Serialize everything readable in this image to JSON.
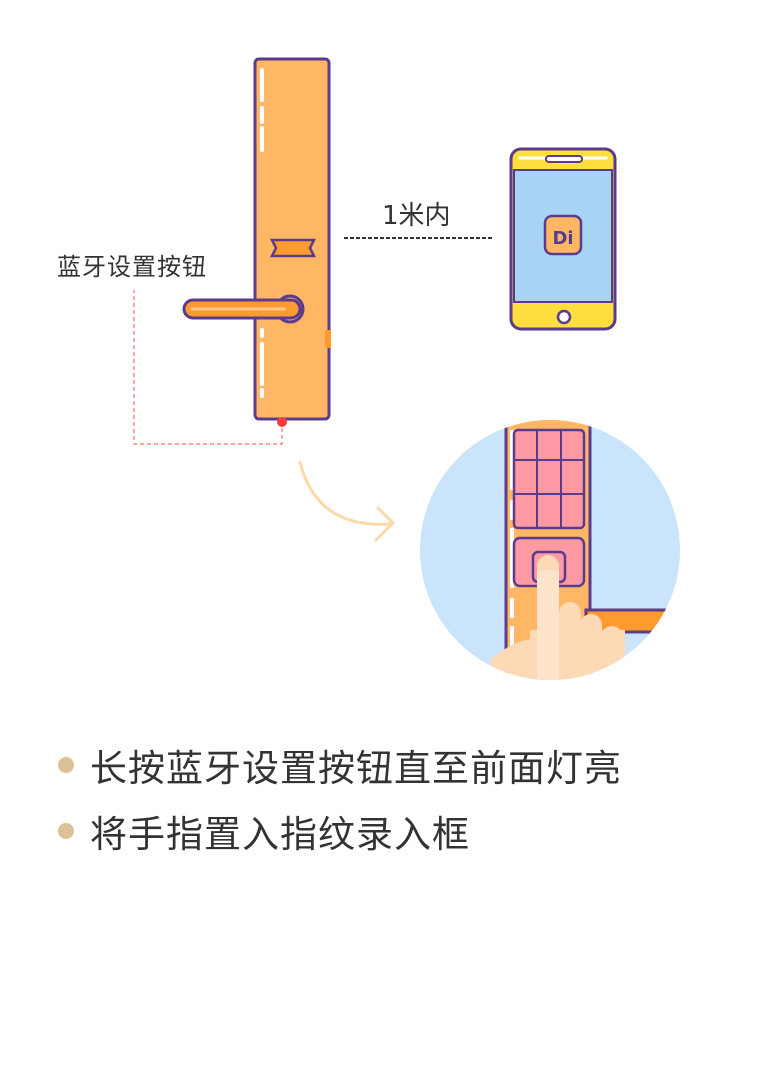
{
  "labels": {
    "bluetooth_button": "蓝牙设置按钮",
    "distance": "1米内"
  },
  "phone_app_logo_text": "Di",
  "steps": [
    "长按蓝牙设置按钮直至前面灯亮",
    "将手指置入指纹录入框"
  ],
  "colors": {
    "lock_body": "#ffb766",
    "outline": "#5b3b8c",
    "handle": "#ff9a2e",
    "indicator_dot": "#ff3b3b",
    "phone_screen": "#a9d3f5",
    "phone_frame": "#ffde40",
    "circle_bg": "#c9e4fb",
    "keypad": "#ff9aa5",
    "bullet": "#dcc198",
    "arrow": "#fbd9a9",
    "hand": "#fdd9b5"
  }
}
